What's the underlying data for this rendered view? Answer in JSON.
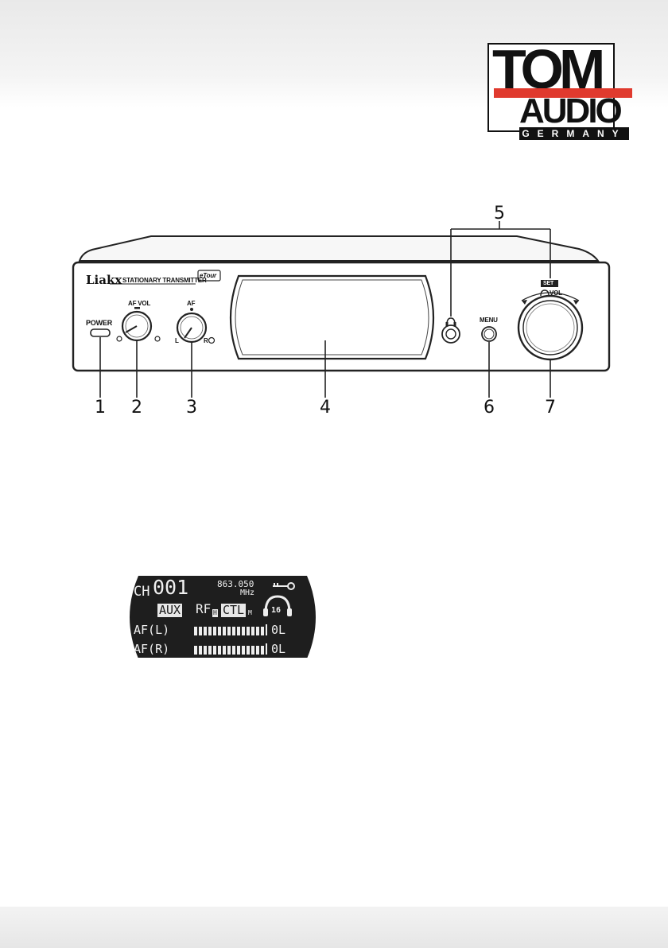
{
  "logo": {
    "line1": "TOM",
    "line2": "AUDIO",
    "line3": "GERMANY"
  },
  "device": {
    "brand": "Liakx",
    "model": "STATIONARY TRANSMITTER",
    "badge": "eTour",
    "power_label": "POWER",
    "afvol_label": "AF VOL",
    "af_label": "AF",
    "l_label": "L",
    "r_label": "R",
    "menu_label": "MENU",
    "set_label": "SET",
    "vol_label": "VOL"
  },
  "callouts": [
    "1",
    "2",
    "3",
    "4",
    "5",
    "6",
    "7"
  ],
  "lcd": {
    "ch_prefix": "CH",
    "ch_number": "001",
    "frequency": "863.050",
    "freq_unit": "MHz",
    "aux": "AUX",
    "rf": "RF",
    "rf_sub": "H",
    "ctl": "CTL",
    "ctl_sub": "M",
    "headphone_level": "16",
    "af_left_label": "AF(L)",
    "af_right_label": "AF(R)",
    "af_left_level": "0L",
    "af_right_level": "0L",
    "meter_segments": 15
  },
  "colors": {
    "accent": "#e03a2e",
    "ink": "#111111",
    "lcd_bg": "#1e1e1e"
  }
}
